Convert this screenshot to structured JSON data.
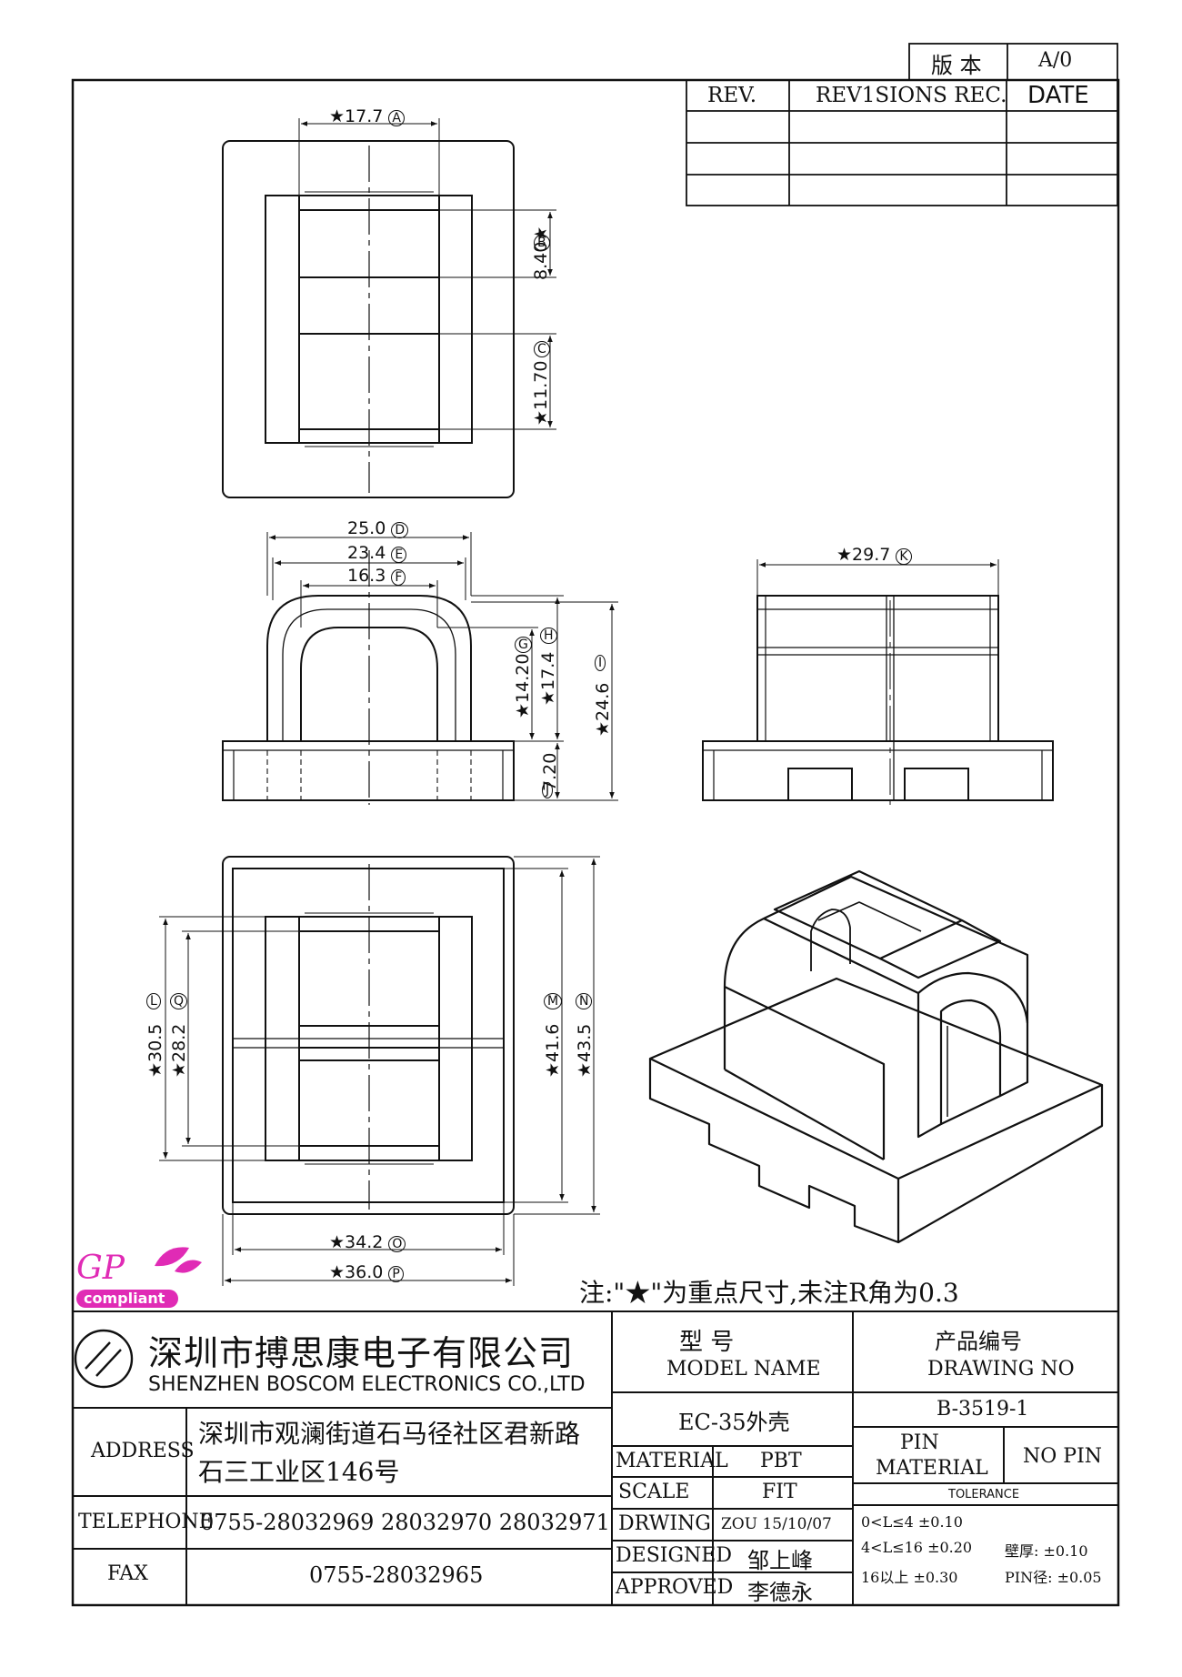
{
  "revision_box": {
    "version_label": "版 本",
    "version_value": "A/0",
    "headers": [
      "REV.",
      "REV1SIONS REC.",
      "DATE"
    ],
    "rows": [
      [
        "",
        "",
        ""
      ],
      [
        "",
        "",
        ""
      ],
      [
        "",
        "",
        ""
      ]
    ]
  },
  "dimensions": {
    "A": {
      "value": "★17.7",
      "letter": "A"
    },
    "B": {
      "value": "8.40★",
      "letter": "B"
    },
    "C": {
      "value": "★11.70",
      "letter": "C"
    },
    "D": {
      "value": "25.0",
      "letter": "D"
    },
    "E": {
      "value": "23.4",
      "letter": "E"
    },
    "F": {
      "value": "16.3",
      "letter": "F"
    },
    "G": {
      "value": "★14.20",
      "letter": "G"
    },
    "H": {
      "value": "★17.4",
      "letter": "H"
    },
    "I": {
      "value": "★24.6",
      "letter": "I"
    },
    "J": {
      "value": "7.20",
      "letter": "J"
    },
    "K": {
      "value": "★29.7",
      "letter": "K"
    },
    "L": {
      "value": "★30.5",
      "letter": "L"
    },
    "Q": {
      "value": "★28.2",
      "letter": "Q"
    },
    "M": {
      "value": "★41.6",
      "letter": "M"
    },
    "N": {
      "value": "★43.5",
      "letter": "N"
    },
    "O": {
      "value": "★34.2",
      "letter": "O"
    },
    "P": {
      "value": "★36.0",
      "letter": "P"
    }
  },
  "logo": {
    "gp": "GP",
    "compliant": "compliant"
  },
  "note": "注:\"★\"为重点尺寸,未注R角为0.3",
  "company": {
    "name_cn": "深圳市搏思康电子有限公司",
    "name_en": "SHENZHEN BOSCOM ELECTRONICS CO.,LTD"
  },
  "title_block": {
    "address_label": "ADDRESS",
    "address_line1": "深圳市观澜街道石马径社区君新路",
    "address_line2": "石三工业区146号",
    "telephone_label": "TELEPHONE",
    "telephone_value": "0755-28032969 28032970 28032971",
    "fax_label": "FAX",
    "fax_value": "0755-28032965",
    "model_label_cn": "型    号",
    "model_label_en": "MODEL NAME",
    "model_value": "EC-35外壳",
    "drawing_label_cn": "产品编号",
    "drawing_label_en": "DRAWING NO",
    "drawing_value": "B-3519-1",
    "pin_label": "PIN",
    "pin_material_label": "MATERIAL",
    "pin_value": "NO PIN",
    "material_label": "MATERIAL",
    "material_value": "PBT",
    "scale_label": "SCALE",
    "scale_value": "FIT",
    "drwing_label": "DRWING",
    "drwing_value": "ZOU 15/10/07",
    "designed_label": "DESIGNED",
    "designed_value": "邹上峰",
    "approved_label": "APPROVED",
    "approved_value": "李德永",
    "tolerance_label": "TOLERANCE",
    "tol_row1": "0<L≤4  ±0.10",
    "tol_row2a": "4<L≤16  ±0.20",
    "tol_row2b": "壁厚:  ±0.10",
    "tol_row3a": "16以上    ±0.30",
    "tol_row3b": "PIN径:  ±0.05"
  }
}
